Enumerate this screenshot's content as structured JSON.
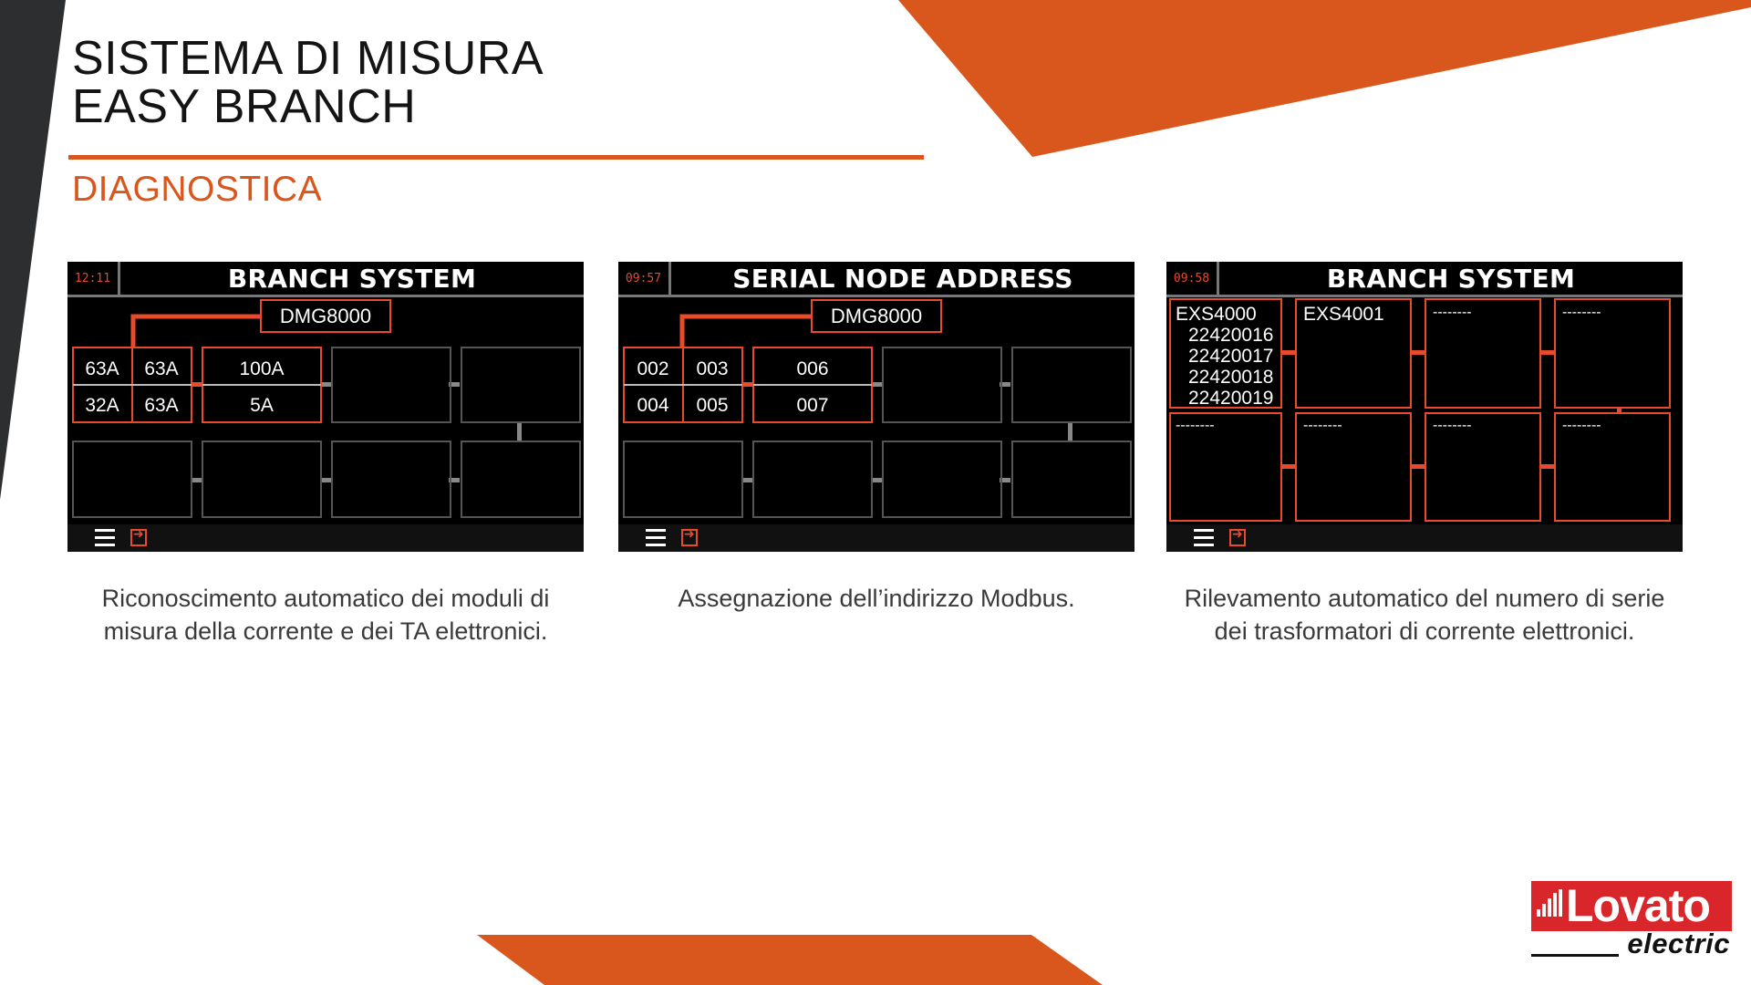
{
  "slide": {
    "title_line1": "SISTEMA DI MISURA",
    "title_line2": "EASY BRANCH",
    "section": "DIAGNOSTICA"
  },
  "screens": [
    {
      "time": "12:11",
      "title": "BRANCH SYSTEM",
      "device": "DMG8000",
      "module_a": [
        "63A",
        "63A",
        "32A",
        "63A"
      ],
      "module_b": [
        "100A",
        "5A"
      ],
      "caption": "Riconoscimento automatico dei moduli di misura della corrente e dei TA elettronici."
    },
    {
      "time": "09:57",
      "title": "SERIAL NODE ADDRESS",
      "device": "DMG8000",
      "module_a": [
        "002",
        "003",
        "004",
        "005"
      ],
      "module_b": [
        "006",
        "007"
      ],
      "caption": "Assegnazione dell’indirizzo Modbus."
    },
    {
      "time": "09:58",
      "title": "BRANCH SYSTEM",
      "boxes": [
        {
          "label": "EXS4000",
          "serials": [
            "22420016",
            "22420017",
            "22420018",
            "22420019"
          ]
        },
        {
          "label": "EXS4001",
          "serials": []
        },
        {
          "label": "--------",
          "serials": []
        },
        {
          "label": "--------",
          "serials": []
        },
        {
          "label": "--------",
          "serials": []
        },
        {
          "label": "--------",
          "serials": []
        },
        {
          "label": "--------",
          "serials": []
        },
        {
          "label": "--------",
          "serials": []
        }
      ],
      "caption": "Rilevamento automatico del numero di serie dei trasformatori di corrente elettronici."
    }
  ],
  "icons": {
    "menu": "menu-icon",
    "exit": "exit-icon"
  },
  "logo": {
    "brand": "Lovato",
    "sub": "electric"
  },
  "colors": {
    "accent": "#d9561c",
    "screen_red": "#e84b2c",
    "logo_red": "#d8262b",
    "screen_bg": "#000000"
  }
}
